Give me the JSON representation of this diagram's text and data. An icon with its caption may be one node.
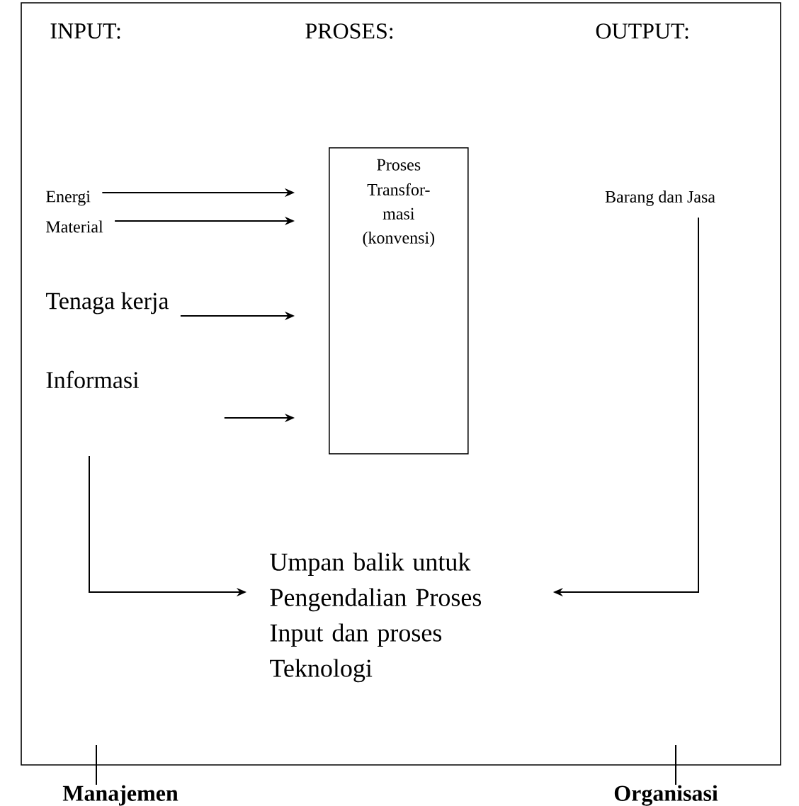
{
  "diagram": {
    "nodes": [
      {
        "text": [
          "Energi"
        ]
      },
      {
        "text": [
          "Material"
        ]
      },
      {
        "text": [
          "Tenaga kerja"
        ]
      },
      {
        "text": [
          "Informasi"
        ]
      },
      {
        "text": [
          "Proses",
          "Transfor- masi (konvensi)"
        ]
      },
      {
        "text": [
          "Barang dan Jasa"
        ]
      },
      {
        "text": [
          "Umpan balik untuk Pengendalian Proses Input dan proses Teknologi"
        ]
      },
      {
        "text": [
          "Manajemen"
        ]
      },
      {
        "text": [
          "Organisasi"
        ]
      }
    ],
    "edges": [
      {
        "from": 0,
        "to": 4,
        "arrow": "to"
      },
      {
        "from": 1,
        "to": 4,
        "arrow": "to"
      },
      {
        "from": 2,
        "to": 4,
        "arrow": "to"
      },
      {
        "from": 3,
        "to": 4,
        "arrow": "to"
      },
      {
        "from": 3,
        "to": 6,
        "arrow": "to"
      },
      {
        "from": 5,
        "to": 6,
        "arrow": "to"
      },
      {
        "from": 7,
        "to": null,
        "arrow": "none"
      },
      {
        "from": 8,
        "to": null,
        "arrow": "none"
      }
    ],
    "labels": [
      "INPUT:",
      "PROSES:",
      "OUTPUT:"
    ]
  }
}
